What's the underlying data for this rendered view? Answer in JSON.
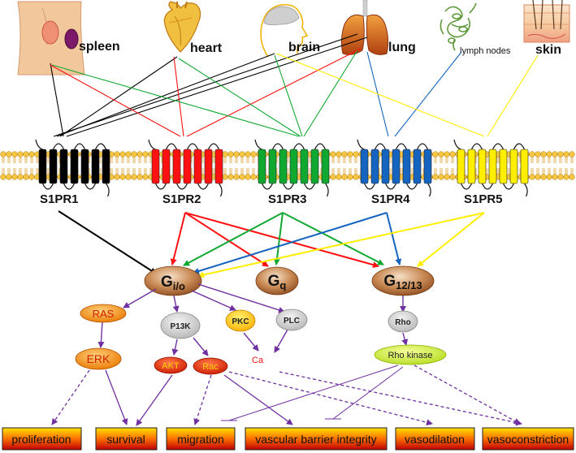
{
  "organs": {
    "spleen": "spleen",
    "heart": "heart",
    "brain": "brain",
    "lung": "lung",
    "lymph": "lymph nodes",
    "skin": "skin"
  },
  "receptors": [
    "S1PR1",
    "S1PR2",
    "S1PR3",
    "S1PR4",
    "S1PR5"
  ],
  "receptor_colors": [
    "#000000",
    "#ff1111",
    "#11a832",
    "#1565c0",
    "#ffee00"
  ],
  "gproteins": {
    "gio": {
      "main": "G",
      "sub": "i/o"
    },
    "gq": {
      "main": "G",
      "sub": "q"
    },
    "g1213": {
      "main": "G",
      "sub": "12/13"
    }
  },
  "effectors": {
    "ras": "RAS",
    "erk": "ERK",
    "p13k": "P13K",
    "pkc": "PKC",
    "plc": "PLC",
    "ca": "Ca",
    "akt": "AKT",
    "rac": "Rac",
    "rho": "Rho",
    "rho_kinase": "Rho kinase"
  },
  "outcomes": {
    "proliferation": "proliferation",
    "survival": "survival",
    "migration": "migration",
    "vascular": "vascular barrier integrity",
    "vasodilation": "vasodilation",
    "vasoconstriction": "vasoconstriction"
  },
  "colors": {
    "arrow_purple": "#7030a0",
    "gprotein_brown": "#9c5a2e",
    "ras_orange": "#f08a00",
    "akt_red": "#e02000",
    "rho_green": "#ccee33",
    "outcome_top": "#ffd200",
    "outcome_bottom": "#c00000"
  }
}
